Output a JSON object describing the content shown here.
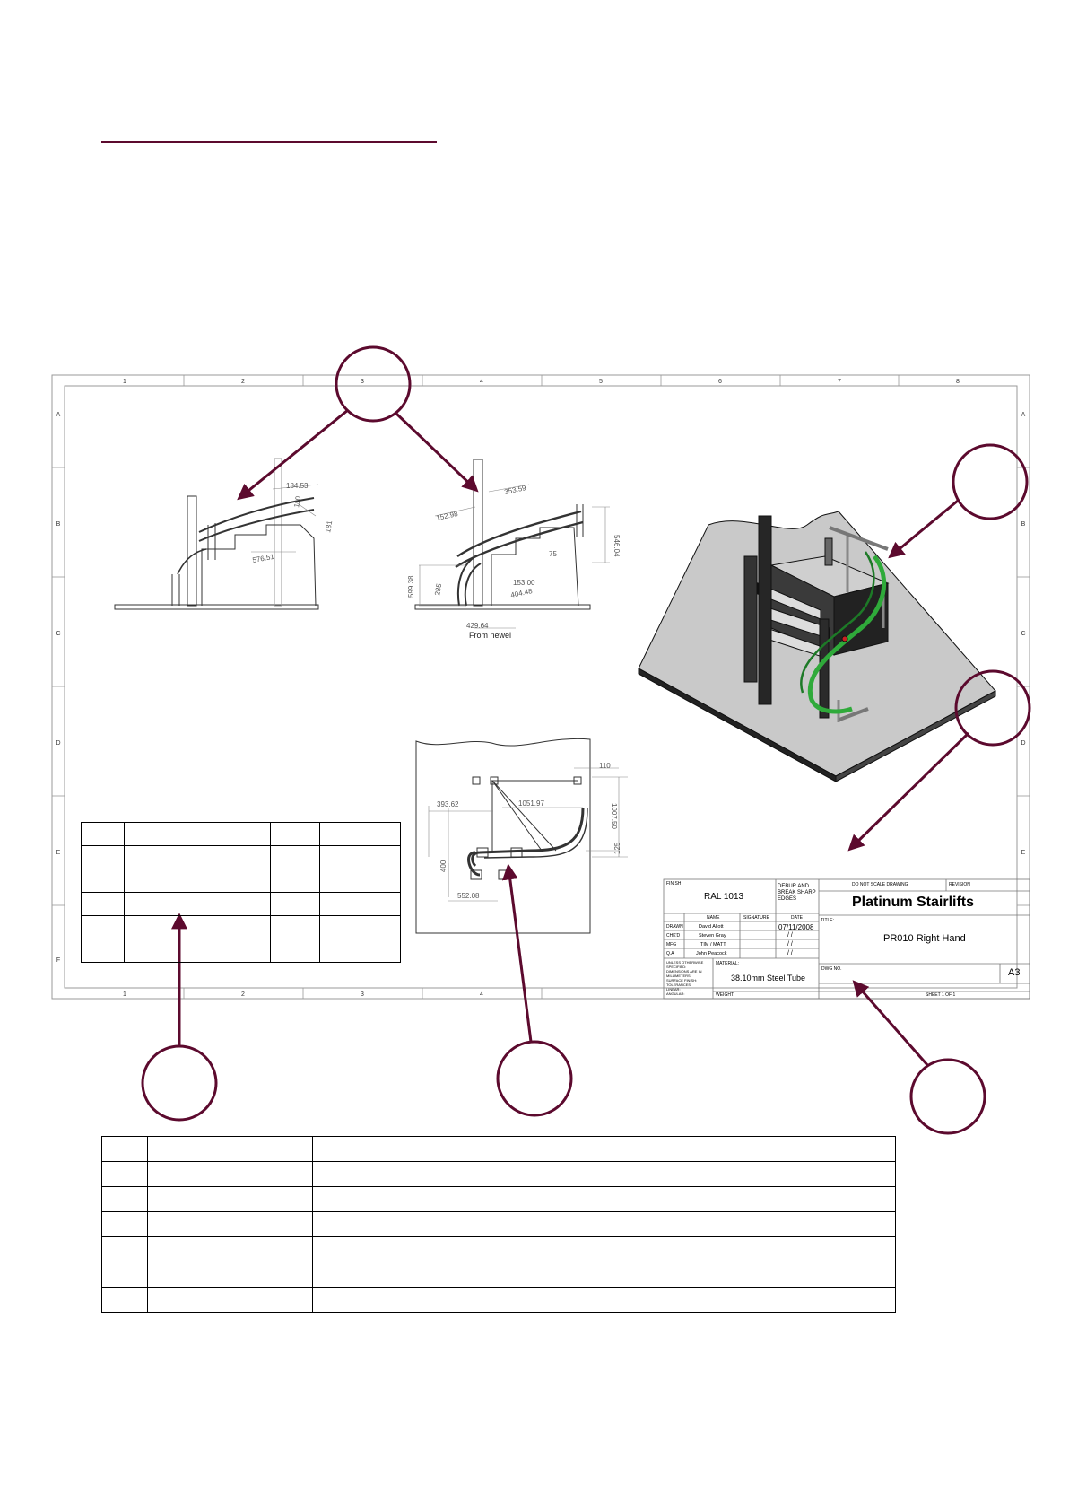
{
  "sheet": {
    "columns": [
      "1",
      "2",
      "3",
      "4",
      "5",
      "6",
      "7",
      "8"
    ],
    "rows": [
      "A",
      "B",
      "C",
      "D",
      "E",
      "F"
    ]
  },
  "front_view_dims": [
    "184.53",
    "110",
    "181",
    "576.51"
  ],
  "side_view_dims": [
    "152.98",
    "353.59",
    "546.04",
    "599.38",
    "285",
    "153.00",
    "404.48",
    "429.64",
    "75"
  ],
  "side_view_note": "From newel",
  "plan_view_dims": [
    "110",
    "393.62",
    "1051.97",
    "1007.50",
    "400",
    "552.08",
    "125"
  ],
  "title_block": {
    "finish_label": "FINISH",
    "finish_value": "RAL 1013",
    "deburr_note": [
      "DEBUR AND",
      "BREAK SHARP",
      "EDGES"
    ],
    "do_not_scale": "DO NOT SCALE DRAWING",
    "revision_label": "REVISION",
    "company": "Platinum Stairlifts",
    "col_headers": {
      "name": "NAME",
      "signature": "SIGNATURE",
      "date": "DATE"
    },
    "rows": [
      {
        "role": "DRAWN",
        "name": "David Allott",
        "date": "07/11/2008"
      },
      {
        "role": "CHK'D",
        "name": "Steven Gray",
        "date": "/ /"
      },
      {
        "role": "MFG",
        "name": "TIM / MATT",
        "date": "/ /"
      },
      {
        "role": "Q.A",
        "name": "John Peacock",
        "date": "/ /"
      }
    ],
    "title_label": "TITLE:",
    "title_value": "PR010 Right Hand",
    "tolerance_note": [
      "UNLESS OTHERWISE",
      "SPECIFIED:",
      "DIMENSIONS ARE IN",
      "MILLIMETERS",
      "SURFACE FINISH:",
      "TOLERANCES:",
      "LINEAR:",
      "ANGULAR:"
    ],
    "material_label": "MATERIAL:",
    "material_value": "38.10mm Steel Tube",
    "dwg_no_label": "DWG NO.",
    "size": "A3",
    "weight_label": "WEIGHT:",
    "sheet_label": "SHEET 1 OF 1"
  },
  "colors": {
    "accent": "#5c0a2e",
    "rail": "#2faa3a"
  }
}
